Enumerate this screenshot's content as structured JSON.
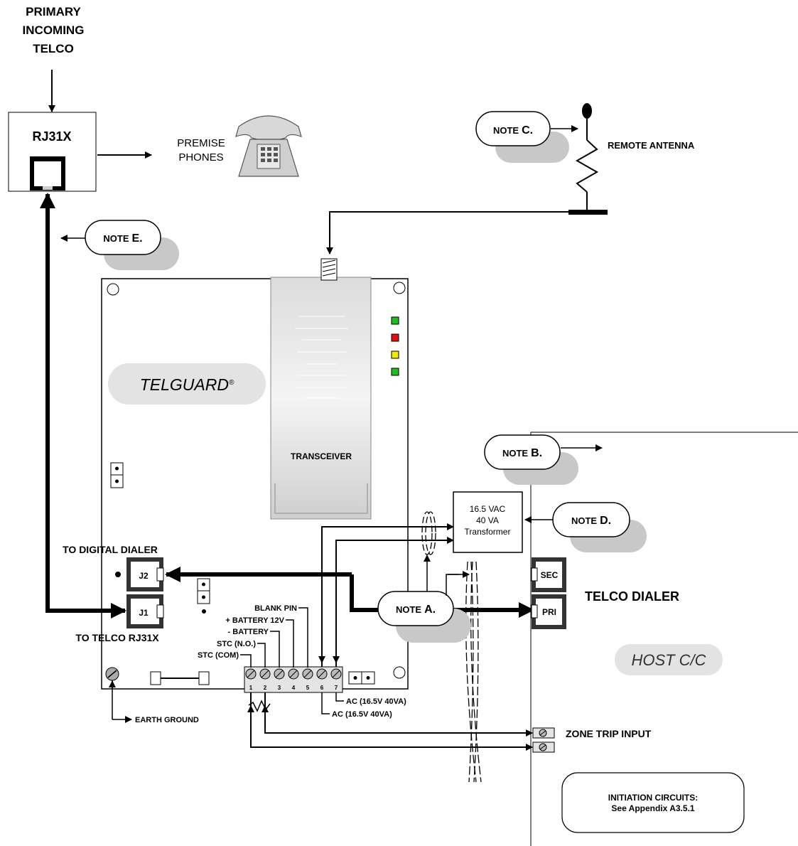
{
  "telco": {
    "line1": "PRIMARY",
    "line2": "INCOMING",
    "line3": "TELCO",
    "jack_label": "RJ31X"
  },
  "phones": {
    "line1": "PREMISE",
    "line2": "PHONES"
  },
  "notes": {
    "prefix": "NOTE",
    "a": "A.",
    "b": "B.",
    "c": "C.",
    "d": "D.",
    "e": "E."
  },
  "antenna_label": "REMOTE ANTENNA",
  "brand": {
    "name": "TELGUARD",
    "mark": "®"
  },
  "transceiver_label": "TRANSCEIVER",
  "transformer": {
    "line1": "16.5 VAC",
    "line2": "40 VA",
    "line3": "Transformer"
  },
  "jacks": {
    "j2": "J2",
    "j1": "J1",
    "to_digital": "TO DIGITAL DIALER",
    "to_telco": "TO TELCO RJ31X"
  },
  "terminals": {
    "blank_pin": "BLANK PIN",
    "battery_pos": "+ BATTERY 12V",
    "battery_neg": "- BATTERY",
    "stc_no": "STC (N.O.)",
    "stc_com": "STC (COM)",
    "ac1": "AC (16.5V 40VA)",
    "ac2": "AC (16.5V 40VA)",
    "numbers": [
      "1",
      "2",
      "3",
      "4",
      "5",
      "6",
      "7"
    ]
  },
  "earth_ground": "EARTH GROUND",
  "host": {
    "dialer": "TELCO DIALER",
    "sec": "SEC",
    "pri": "PRI",
    "label": "HOST C/C",
    "zone": "ZONE TRIP INPUT",
    "init1": "INITIATION CIRCUITS:",
    "init2": "See Appendix A3.5.1"
  },
  "colors": {
    "led_green": "#1fbf1f",
    "led_red": "#e01010",
    "led_yellow": "#f2ea00",
    "shadow": "#c8c8c8"
  }
}
